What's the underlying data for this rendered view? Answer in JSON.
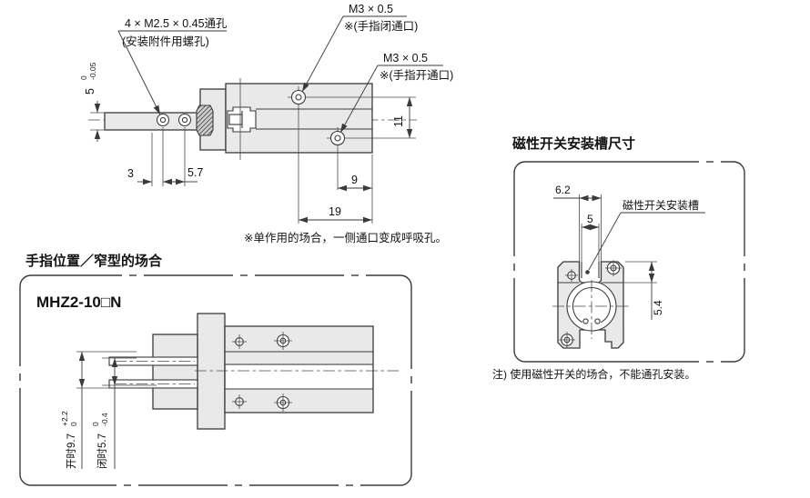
{
  "top_view": {
    "mount_label_line1": "4 × M2.5 × 0.45通孔",
    "mount_label_line2": "(安装附件用螺孔)",
    "port_close_line1": "M3 × 0.5",
    "port_close_line2": "※(手指闭通口)",
    "port_open_line1": "M3 × 0.5",
    "port_open_line2": "※(手指开通口)",
    "note": "※单作用的场合，一侧通口变成呼吸孔。",
    "dims": {
      "finger_width": {
        "value": "5",
        "tol_upper": "0",
        "tol_lower": "-0.05"
      },
      "hole_offset": "3",
      "hole_pitch": "5.7",
      "port_pitch": "11",
      "open_port_to_end": "9",
      "close_port_to_end": "19"
    }
  },
  "finger_panel": {
    "title": "手指位置／窄型的场合",
    "model": "MHZ2-10□N",
    "dims": {
      "open": {
        "text": "开时9.7",
        "tol_upper": "+2.2",
        "tol_lower": "0"
      },
      "closed": {
        "text": "闭时5.7",
        "tol_upper": "0",
        "tol_lower": "-0.4"
      }
    }
  },
  "switch_panel": {
    "title": "磁性开关安装槽尺寸",
    "groove_label": "磁性开关安装槽",
    "note": "注) 使用磁性开关的场合，不能通孔安装。",
    "dims": {
      "groove_outer": "6.2",
      "groove_opening": "5",
      "groove_depth": "5.4"
    }
  },
  "colors": {
    "line": "#3a3a3a",
    "part_fill": "#e9e9e9",
    "background": "#ffffff"
  }
}
